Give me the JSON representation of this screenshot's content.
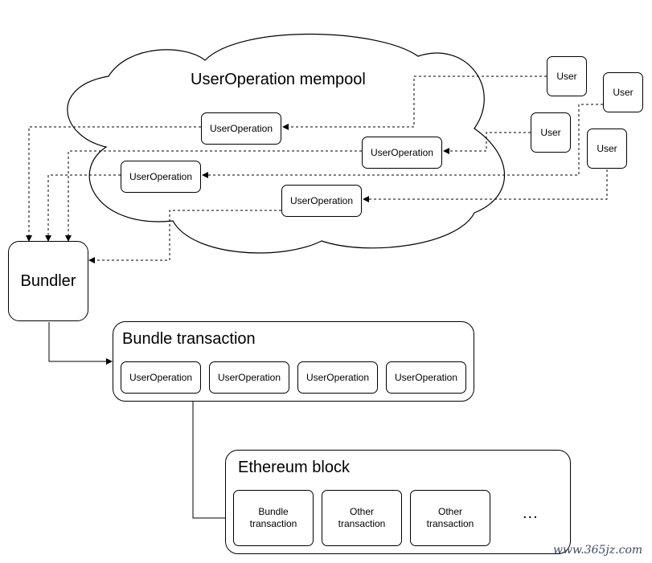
{
  "mempool": {
    "title": "UserOperation mempool"
  },
  "users": [
    "User",
    "User",
    "User",
    "User"
  ],
  "mempool_ops": [
    "UserOperation",
    "UserOperation",
    "UserOperation",
    "UserOperation"
  ],
  "bundler": {
    "label": "Bundler"
  },
  "bundle_tx": {
    "title": "Bundle transaction",
    "ops": [
      "UserOperation",
      "UserOperation",
      "UserOperation",
      "UserOperation"
    ]
  },
  "eth_block": {
    "title": "Ethereum block",
    "items": [
      "Bundle transaction",
      "Other transaction",
      "Other transaction"
    ],
    "ellipsis": "..."
  },
  "watermark": "www.365jz.com"
}
